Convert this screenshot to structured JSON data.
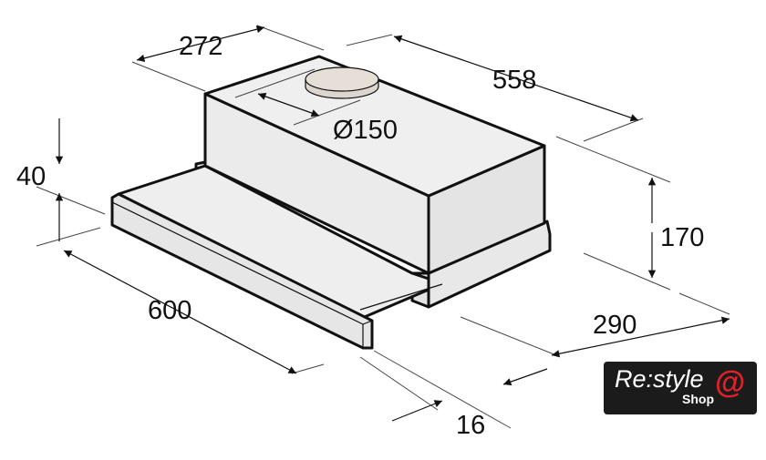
{
  "dimensions": {
    "width_top": "272",
    "depth_box": "558",
    "duct_diameter": "Ø150",
    "visor_height": "40",
    "height": "170",
    "width": "600",
    "depth": "290",
    "visor_thickness": "16"
  },
  "logo": {
    "main": "Re:style",
    "sub": "Shop",
    "symbol": "@"
  },
  "colors": {
    "logo_bg": "#1b1b1b",
    "logo_accent": "#e0202a",
    "body_fill": "#ececec"
  }
}
